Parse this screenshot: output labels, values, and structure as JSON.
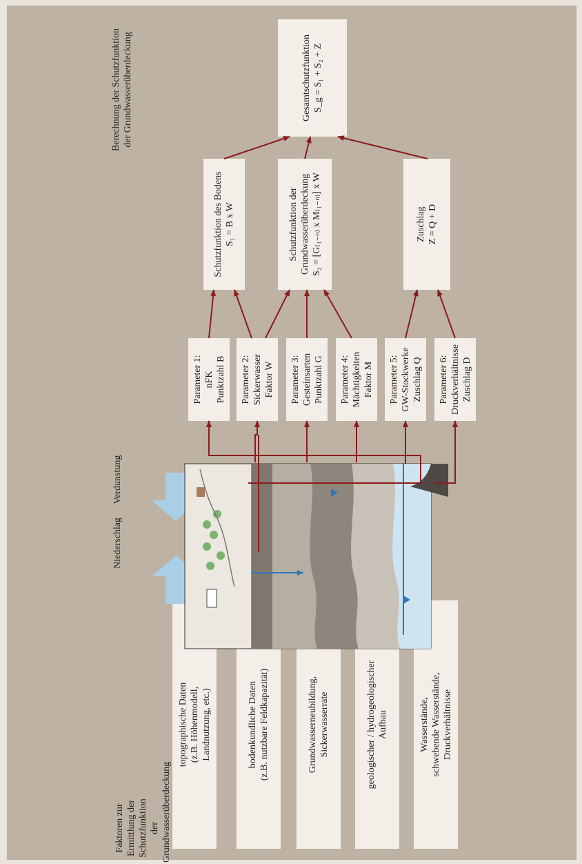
{
  "factors_heading": [
    "Faktoren zur Ermittlung der Schutzfunktion",
    "der Grundwasserüberdeckung"
  ],
  "calc_heading": [
    "Berechnung der Schutzfunktion",
    "der Grundwasserüberdeckung"
  ],
  "weather": {
    "precipitation": "Niederschlag",
    "evaporation": "Verdunstung"
  },
  "factors": [
    [
      "topographische Daten",
      "(z.B. Höhenmodell,",
      "Landnutzung, etc.)"
    ],
    [
      "bodenkundliche Daten",
      "(z.B. nutzbare Feldkapazität)"
    ],
    [
      "Grundwasserneubildung,",
      "Sickerwasserrate"
    ],
    [
      "geologischer / hydrogeologischer",
      "Aufbau"
    ],
    [
      "Wasserstände,",
      "schwebende Wasserstände,",
      "Druckverhältnisse"
    ]
  ],
  "parameters": [
    [
      "Parameter 1:",
      "nFK",
      "Punktzahl B"
    ],
    [
      "Parameter 2:",
      "Sickerwasser",
      "Faktor W"
    ],
    [
      "Parameter 3:",
      "Gesteinsarten",
      "Punktzahl G"
    ],
    [
      "Parameter 4:",
      "Mächtigkeiten",
      "Faktor M"
    ],
    [
      "Parameter 5:",
      "GW-Stockwerke",
      "Zuschlag Q"
    ],
    [
      "Parameter 6:",
      "Druckverhältnisse",
      "Zuschlag D"
    ]
  ],
  "functions": [
    [
      "Schutzfunktion des Bodens",
      "S₁ = B x W"
    ],
    [
      "Schutzfunktion der",
      "Grundwasserüberdeckung",
      "S₂ = [G₍₁₋ₙ₎ x M₍₁₋ₙ₎] x W"
    ],
    [
      "Zuschlag",
      "Z = Q + D"
    ]
  ],
  "total": [
    "Gesamtschutzfunktion",
    "S_g = S₁ + S₂ + Z"
  ],
  "colors": {
    "panel": "#bdb2a4",
    "box": "#f3eee7",
    "arrow": "#8b1c1c",
    "water": "#2f77b8",
    "light_blue": "#a9cfe7",
    "tree": "#7bb36e"
  }
}
